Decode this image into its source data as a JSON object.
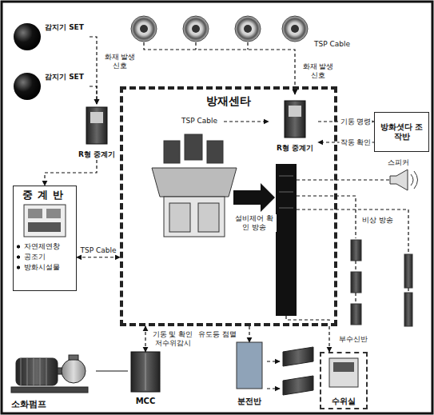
{
  "diagram": {
    "nodes": [
      {
        "text": [
          "방재센타"
        ]
      },
      {
        "text": [
          "감지기 SET"
        ]
      },
      {
        "text": [
          "감지기 SET"
        ]
      },
      {
        "text": [
          "R형 중계기"
        ]
      },
      {
        "text": [
          "중계반",
          "자연제연창",
          "공조기",
          "방화시설물"
        ]
      },
      {
        "text": [
          "R형 중계기"
        ],
        "in": 0
      },
      {
        "text": [
          "방화셧다 조작반"
        ]
      },
      {
        "text": [
          "소화펌프"
        ]
      },
      {
        "text": [
          "MCC"
        ]
      },
      {
        "text": [
          "분전반"
        ]
      },
      {
        "text": [
          "수위실"
        ]
      }
    ],
    "edges": [
      {
        "from": 1,
        "to": 3,
        "arrow": "to"
      },
      {
        "from": 2,
        "to": 3,
        "arrow": "to"
      },
      {
        "from": 3,
        "to": 4,
        "arrow": "to"
      },
      {
        "from": 4,
        "to": 0,
        "label": "TSP Cable",
        "arrow": "both"
      },
      {
        "from": 5,
        "to": 6,
        "label": "기동 명령",
        "arrow": "to"
      },
      {
        "from": 6,
        "to": 5,
        "label": "작동 확인",
        "arrow": "to"
      },
      {
        "from": 8,
        "to": 0,
        "label": "기동 및 확인 저수위감시",
        "arrow": "both"
      },
      {
        "from": 0,
        "to": 9,
        "label": "유도등 점멸",
        "arrow": "to"
      },
      {
        "from": 0,
        "to": 10,
        "label": "부수신반",
        "arrow": "to"
      },
      {
        "from": 7,
        "to": 8,
        "arrow": "none"
      }
    ],
    "labels": [
      "화재 발생신호",
      "화재 발생신호",
      "TSP Cable",
      "TSP Cable",
      "설비제어 확인 방송",
      "스피커",
      "비상 방송"
    ]
  }
}
